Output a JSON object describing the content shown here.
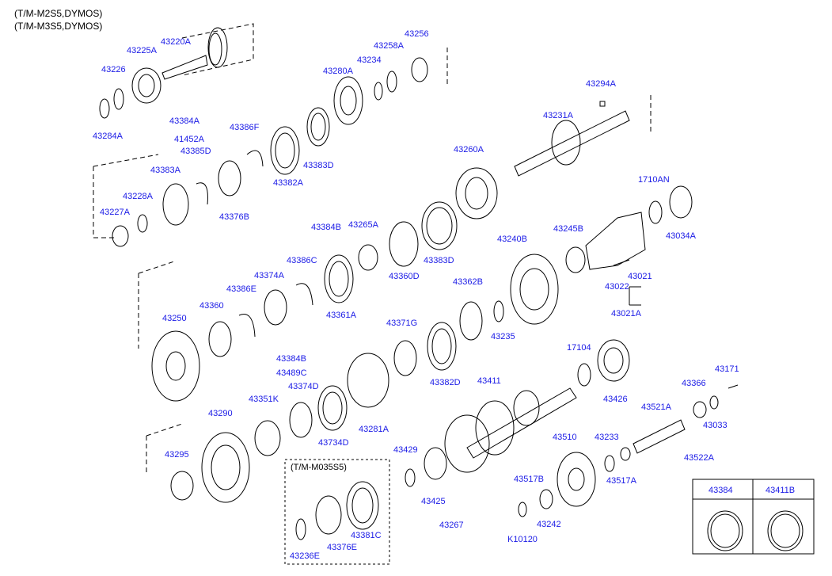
{
  "header": {
    "line1": "(T/M-M2S5,DYMOS)",
    "line2": "(T/M-M3S5,DYMOS)"
  },
  "inset_box": {
    "title": "(T/M-M035S5)"
  },
  "legend_table": {
    "col1": "43384",
    "col2": "43411B"
  },
  "parts": [
    "43225A",
    "43220A",
    "43226",
    "43284A",
    "43256",
    "43258A",
    "43234",
    "43280A",
    "43384A",
    "43386F",
    "41452A",
    "43385D",
    "43383A",
    "43383D",
    "43382A",
    "43228A",
    "43376B",
    "43227A",
    "43294A",
    "43231A",
    "43260A",
    "1710AN",
    "43034A",
    "43384B",
    "43265A",
    "43386C",
    "43374A",
    "43361A",
    "43360D",
    "43383D",
    "43240B",
    "43245B",
    "43021",
    "43022",
    "43021A",
    "43386E",
    "43360",
    "43250",
    "43362B",
    "43235",
    "43371G",
    "43384B",
    "43489C",
    "43382D",
    "17104",
    "43426",
    "43374D",
    "43411",
    "43351K",
    "43281A",
    "43734D",
    "43366",
    "43171",
    "43521A",
    "43033",
    "43290",
    "43510",
    "43233",
    "43522A",
    "43429",
    "43295",
    "43517B",
    "43517A",
    "43425",
    "43242",
    "43381C",
    "43236E",
    "43376E",
    "43267",
    "K10120"
  ],
  "colors": {
    "label": "#1a1ae6",
    "line": "#000000"
  }
}
